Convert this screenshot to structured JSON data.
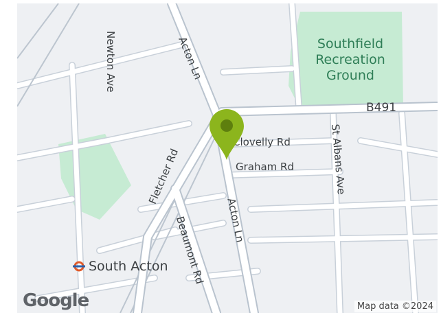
{
  "map": {
    "streets": {
      "acton_ln_north": "Acton Ln",
      "acton_ln_south": "Acton Ln",
      "newton_ave": "Newton Ave",
      "fletcher_rd": "Fletcher Rd",
      "clovelly_rd": "Clovelly Rd",
      "graham_rd": "Graham Rd",
      "st_albans_ave": "St Albans Ave",
      "beaumont_rd": "Beaumont Rd"
    },
    "route_label": "B491",
    "park": {
      "line1": "Southfield",
      "line2": "Recreation",
      "line3": "Ground"
    },
    "station": {
      "name": "South Acton",
      "icon": "underground-roundel-icon"
    },
    "marker": {
      "icon": "map-pin-icon",
      "color": "#8cb51d"
    },
    "attribution": "Map data ©2024",
    "logo": "Google",
    "colors": {
      "park": "#c6ebd3",
      "road": "#ffffff",
      "road_outline": "#c3ccd6",
      "land": "#eef0f3"
    }
  }
}
